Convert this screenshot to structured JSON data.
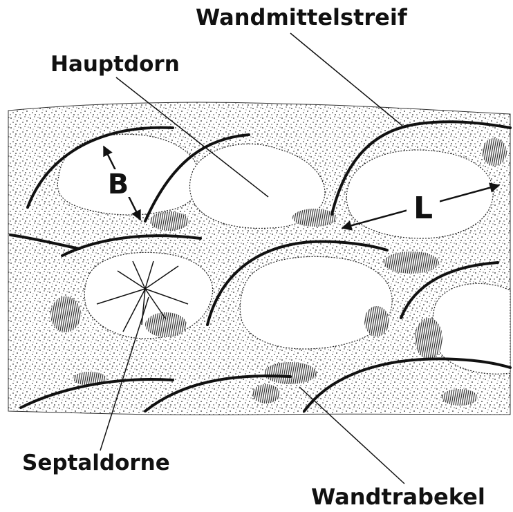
{
  "labels": {
    "wandmittelstreif": "Wandmittelstreif",
    "hauptdorn": "Hauptdorn",
    "septaldorne": "Septaldorne",
    "wandtrabekel": "Wandtrabekel"
  },
  "dimensions": {
    "width": "B",
    "length": "L"
  },
  "colors": {
    "ink": "#111111",
    "paper": "#ffffff"
  }
}
